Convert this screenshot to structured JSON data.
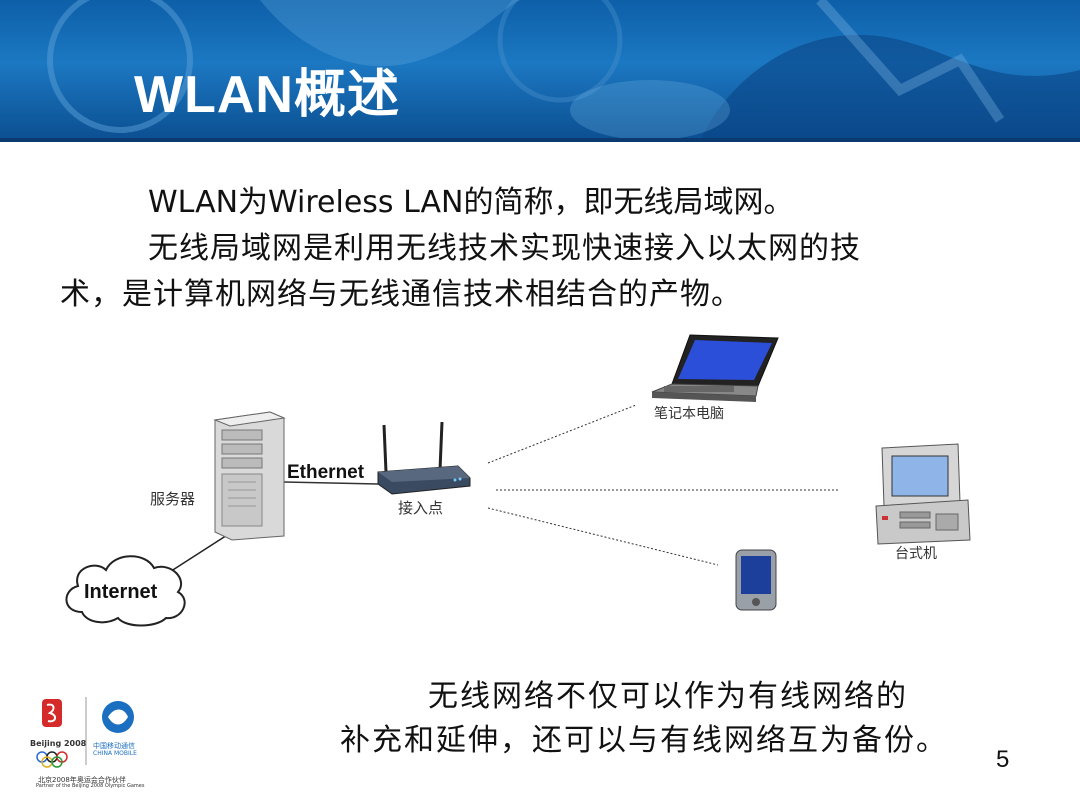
{
  "slide": {
    "title": "WLAN概述",
    "page_number": "5"
  },
  "intro": {
    "line1": "WLAN为Wireless LAN的简称，即无线局域网。",
    "line2": "无线局域网是利用无线技术实现快速接入以太网的技",
    "line3": "术，是计算机网络与无线通信技术相结合的产物。"
  },
  "diagram": {
    "server_label": "服务器",
    "ethernet_label": "Ethernet",
    "access_point_label": "接入点",
    "laptop_label": "笔记本电脑",
    "desktop_label": "台式机",
    "internet_label": "Internet"
  },
  "footer": {
    "line1": "无线网络不仅可以作为有线网络的",
    "line2": "补充和延伸，还可以与有线网络互为备份。",
    "logo_beijing": "Beijing 2008",
    "logo_mobile_cn": "中国移动通信",
    "logo_mobile_en": "CHINA MOBILE",
    "partner_cn": "北京2008年奥运会合作伙伴",
    "partner_en": "Partner of the Beijing 2008 Olympic Games"
  },
  "colors": {
    "banner": "#1c78c2",
    "banner_dark": "#0a3a70"
  }
}
